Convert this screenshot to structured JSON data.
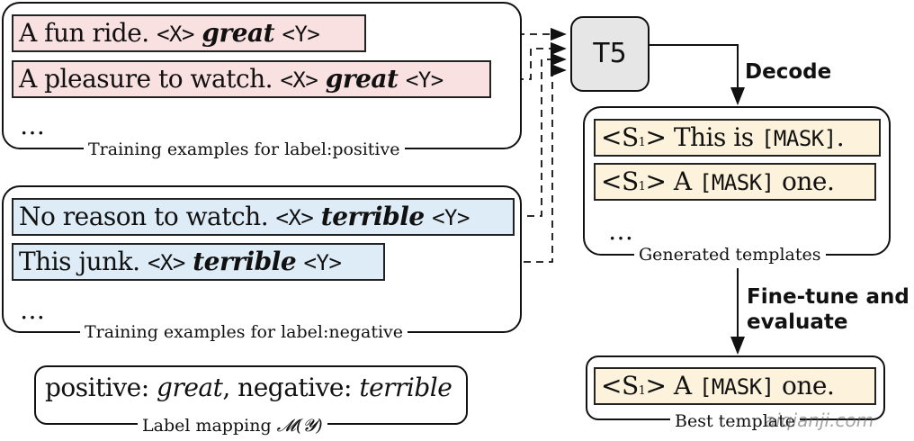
{
  "positive_panel": {
    "caption": "Training examples for label:positive",
    "examples": [
      {
        "text": "A fun ride. ",
        "x": "<X>",
        "word": "great",
        "y": "<Y>"
      },
      {
        "text": "A pleasure to watch. ",
        "x": "<X>",
        "word": "great",
        "y": "<Y>"
      }
    ],
    "ellipsis": "…"
  },
  "negative_panel": {
    "caption": "Training examples for label:negative",
    "examples": [
      {
        "text": "No reason to watch. ",
        "x": "<X>",
        "word": "terrible",
        "y": "<Y>"
      },
      {
        "text": "This junk. ",
        "x": "<X>",
        "word": "terrible",
        "y": "<Y>"
      }
    ],
    "ellipsis": "…"
  },
  "label_mapping": {
    "positive": "positive: ",
    "positive_word": "great",
    "sep": ", negative: ",
    "negative_word": "terrible",
    "caption_prefix": "Label mapping ",
    "caption_math": "𝓜(𝓨)"
  },
  "t5": {
    "label": "T5"
  },
  "decode": {
    "label": "Decode"
  },
  "finetune": {
    "line1": "Fine-tune and",
    "line2": "evaluate"
  },
  "generated": {
    "caption": "Generated templates",
    "templates": [
      {
        "s": "<S",
        "sub": "1",
        "s_end": "> ",
        "text": "This is ",
        "mask": "[MASK]",
        "end": "."
      },
      {
        "s": "<S",
        "sub": "1",
        "s_end": "> ",
        "text": "A ",
        "mask": "[MASK]",
        "end": " one."
      }
    ],
    "ellipsis": "…"
  },
  "best": {
    "caption": "Best template",
    "template": {
      "s": "<S",
      "sub": "1",
      "s_end": "> ",
      "text": "A ",
      "mask": "[MASK]",
      "end": " one."
    }
  },
  "watermark": "aiqianji.com"
}
